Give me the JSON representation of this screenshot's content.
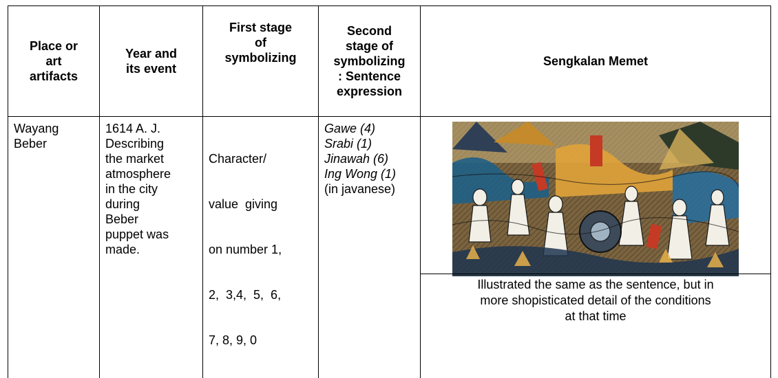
{
  "table": {
    "headers": {
      "place": [
        "Place or",
        "art",
        "artifacts"
      ],
      "year": [
        "Year and",
        "its event"
      ],
      "first": [
        "First stage",
        "of",
        "symbolizing"
      ],
      "second": [
        "Second",
        "stage of",
        "symbolizing",
        ": Sentence",
        "expression"
      ],
      "sengkalan": "Sengkalan Memet"
    },
    "row": {
      "place": [
        "Wayang",
        "Beber"
      ],
      "year": [
        "1614 A. J.",
        "Describing",
        "the market",
        "atmosphere",
        "in the city",
        "during",
        "Beber",
        "puppet was",
        "made."
      ],
      "first": [
        "Character/",
        "value  giving",
        "on number 1,",
        "2,  3,4,  5,  6,",
        "7, 8, 9, 0"
      ],
      "second_italic": [
        "Gawe (4)",
        "Srabi (1)",
        "Jinawah (6)",
        "Ing Wong (1)"
      ],
      "second_plain": "(in javanese)",
      "image_alt": "Wayang Beber painting",
      "caption": [
        "Illustrated the same as the sentence, but in",
        "more shopisticated detail of the conditions",
        "at that time"
      ]
    }
  }
}
